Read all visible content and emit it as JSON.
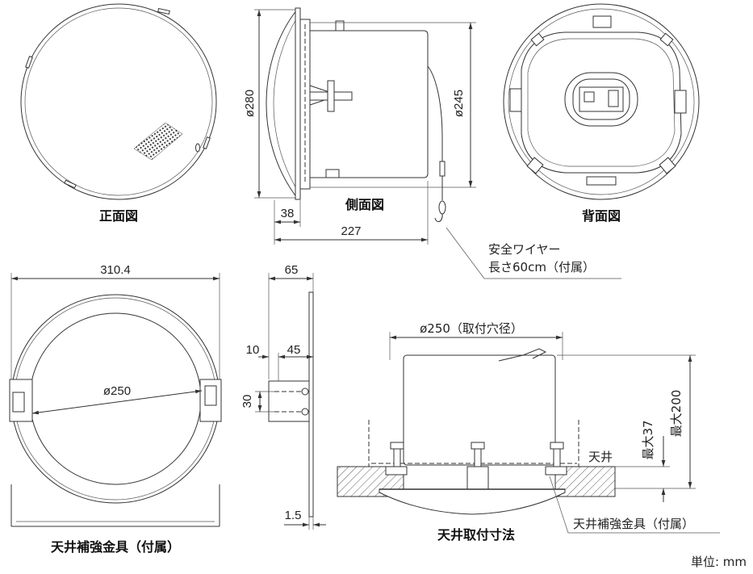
{
  "views": {
    "front": {
      "caption": "正面図"
    },
    "side": {
      "caption": "側面図",
      "diameter_front": "ø280",
      "diameter_body": "ø245",
      "depth_front": "38",
      "depth_total": "227"
    },
    "rear": {
      "caption": "背面図"
    },
    "safety_wire": {
      "line1": "安全ワイヤー",
      "line2": "長さ60cm（付属）"
    }
  },
  "bracket": {
    "caption": "天井補強金具（付属）",
    "width": "310.4",
    "hole": "ø250"
  },
  "bracket_side": {
    "depth": "65",
    "offset": "10",
    "span": "45",
    "height": "30",
    "thickness": "1.5"
  },
  "mounting": {
    "caption": "天井取付寸法",
    "hole_label": "ø250（取付穴径）",
    "max_ceiling": "最大37",
    "max_depth": "最大200",
    "ceiling_label": "天井",
    "bracket_callout": "天井補強金具（付属）"
  },
  "unit": "単位: mm",
  "colors": {
    "line": "#333333",
    "background": "#ffffff"
  }
}
